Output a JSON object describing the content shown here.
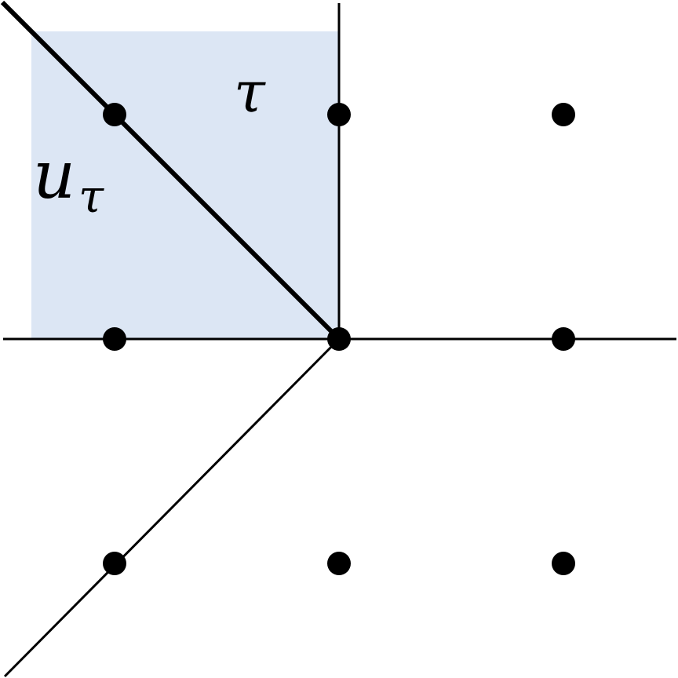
{
  "labels": {
    "cone": "τ",
    "ray_main": "u",
    "ray_sub": "τ"
  },
  "colors": {
    "cone_fill": "#dce6f4",
    "lines": "#000000",
    "points": "#000000"
  },
  "lattice_points": [
    [
      -1,
      1
    ],
    [
      0,
      1
    ],
    [
      1,
      1
    ],
    [
      -1,
      0
    ],
    [
      0,
      0
    ],
    [
      1,
      0
    ],
    [
      -1,
      -1
    ],
    [
      0,
      -1
    ],
    [
      1,
      -1
    ]
  ]
}
